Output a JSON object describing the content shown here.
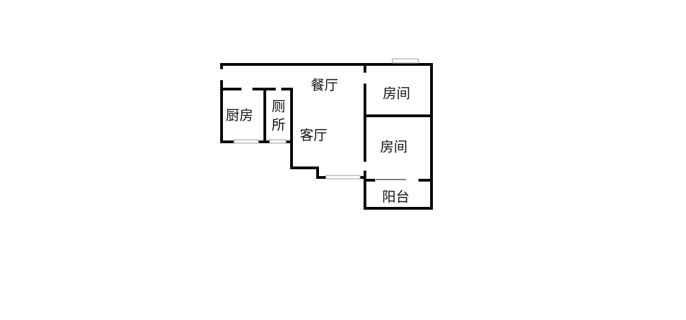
{
  "rooms": {
    "dining": "餐厅",
    "living": "客厅",
    "kitchen": "厨房",
    "toilet_line1": "厕",
    "toilet_line2": "所",
    "bedroom1": "房间",
    "bedroom2": "房间",
    "balcony": "阳台"
  },
  "colors": {
    "wall": "#000000",
    "window": "#9a9a9a"
  }
}
